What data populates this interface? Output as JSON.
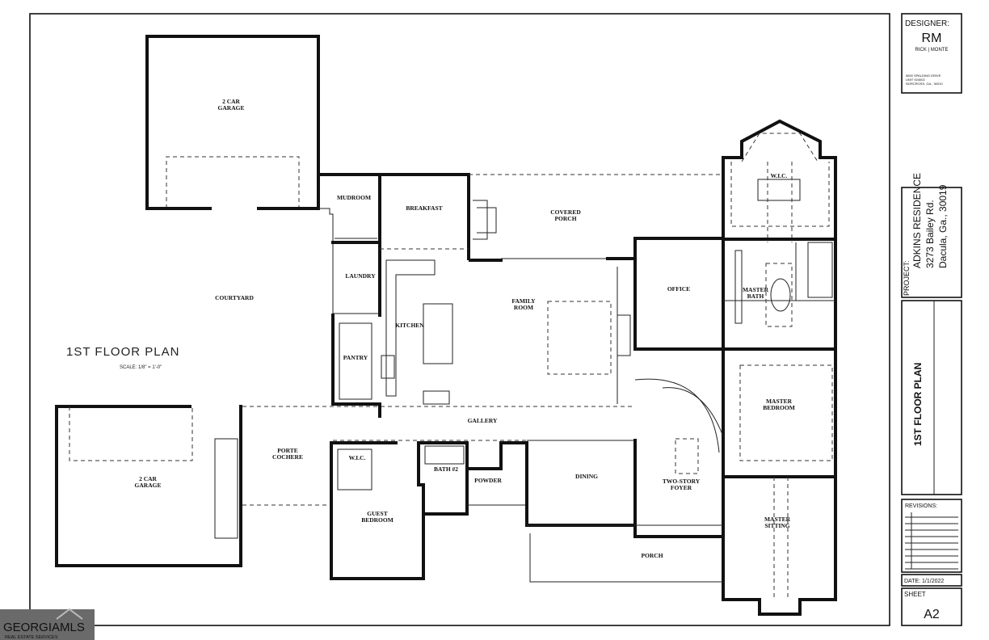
{
  "sheet": {
    "plan_title": "1ST FLOOR PLAN",
    "scale": "SCALE: 1/8\" = 1'-0\""
  },
  "rooms": {
    "garage_top": [
      "2 CAR",
      "GARAGE"
    ],
    "garage_left": [
      "2 CAR",
      "GARAGE"
    ],
    "courtyard": "COURTYARD",
    "mudroom": "MUDROOM",
    "breakfast": "BREAKFAST",
    "covered_porch": [
      "COVERED",
      "PORCH"
    ],
    "laundry": "LAUNDRY",
    "pantry": "PANTRY",
    "kitchen": "KITCHEN",
    "family_room": [
      "FAMILY",
      "ROOM"
    ],
    "office": "OFFICE",
    "wic_master": "W.I.C.",
    "master_bath": [
      "MASTER",
      "BATH"
    ],
    "master_bedroom": [
      "MASTER",
      "BEDROOM"
    ],
    "master_sitting": [
      "MASTER",
      "SITTING"
    ],
    "gallery": "GALLERY",
    "porte_cochere": [
      "PORTE",
      "COCHERE"
    ],
    "wic_guest": "W.I.C.",
    "bath2": "BATH #2",
    "powder": "POWDER",
    "dining": "DINING",
    "two_story_foyer": [
      "TWO-STORY",
      "FOYER"
    ],
    "guest_bedroom": [
      "GUEST",
      "BEDROOM"
    ],
    "porch": "PORCH"
  },
  "title_block": {
    "designer_label": "DESIGNER:",
    "logo": "RM",
    "firm": "RICK | MONTE",
    "address": [
      "5600 SPALDING DRIVE",
      "UNIT 924002",
      "NORCROSS, GA., 30010"
    ],
    "project_label": "PROJECT:",
    "project_lines": [
      "ADKINS RESIDENCE",
      "3273 Bailey Rd.",
      "Dacula, Ga., 30019"
    ],
    "sheet_title": "1ST FLOOR PLAN",
    "revisions_label": "REVISIONS:",
    "date": "DATE: 1/1/2022",
    "sheet_label": "SHEET",
    "sheet_number": "A2"
  },
  "watermark": {
    "brand": "GEORGIAMLS",
    "tagline": "REAL ESTATE SERVICES"
  }
}
